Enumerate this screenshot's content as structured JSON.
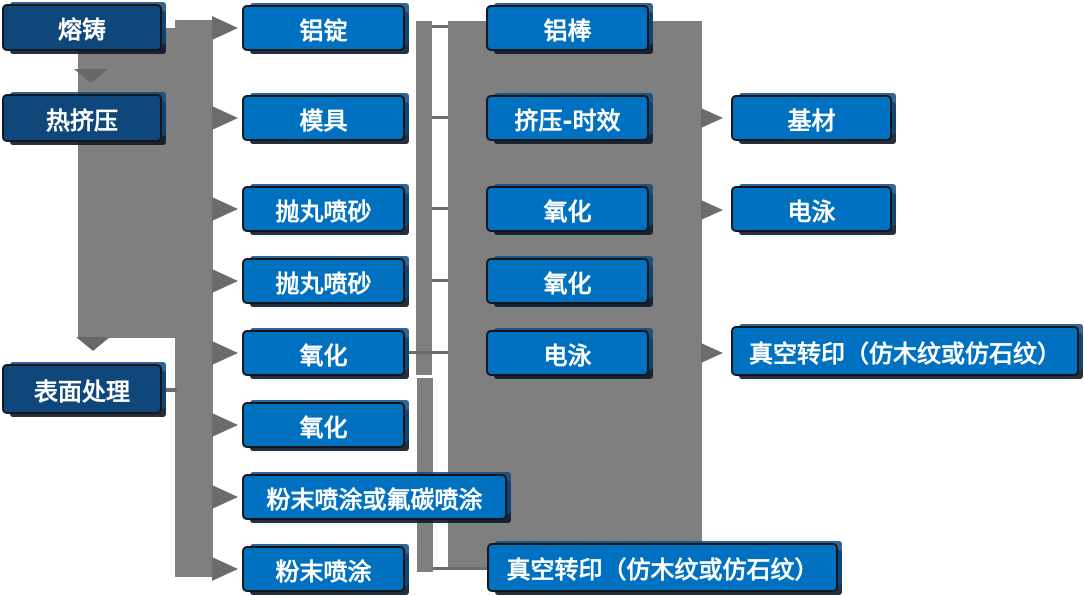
{
  "colors": {
    "stage_box": "#0F477A",
    "process_box": "#0070C0",
    "box_border": "#15171A",
    "box_text": "#FFFFFF",
    "connector_gray": "#7F7F7F",
    "connector_line": "#6C6C6C",
    "arrowhead": "#6C6C6C",
    "arrowhead_down": "#686868",
    "background": "#FFFFFF"
  },
  "nodes": {
    "melting_casting": "熔铸",
    "hot_extrusion": "热挤压",
    "surface_treatment": "表面处理",
    "aluminum_ingot": "铝锭",
    "mold": "模具",
    "shot_blasting_1": "抛丸喷砂",
    "shot_blasting_2": "抛丸喷砂",
    "oxidation_col2_a": "氧化",
    "oxidation_col2_b": "氧化",
    "powder_or_fluorocarbon_coating": "粉末喷涂或氟碳喷涂",
    "powder_coating": "粉末喷涂",
    "aluminum_rod": "铝棒",
    "extrusion_aging": "挤压-时效",
    "oxidation_col3_a": "氧化",
    "oxidation_col3_b": "氧化",
    "electrophoresis_mid": "电泳",
    "vacuum_transfer_bottom": "真空转印（仿木纹或仿石纹）",
    "base_material": "基材",
    "electrophoresis_right": "电泳",
    "vacuum_transfer_right": "真空转印（仿木纹或仿石纹）"
  },
  "arrows": {
    "down_flow": [
      "熔铸 → 热挤压",
      "热挤压 → 表面处理"
    ],
    "left_spine_to": [
      "铝锭",
      "模具",
      "抛丸喷砂",
      "抛丸喷砂",
      "氧化",
      "氧化",
      "粉末喷涂或氟碳喷涂",
      "粉末喷涂"
    ],
    "center_block_to": [
      "基材",
      "电泳",
      "真空转印（仿木纹或仿石纹）"
    ],
    "other_links": [
      "表面处理 — 流程主线",
      "粉末喷涂 — 真空转印（仿木纹或仿石纹）",
      "氧化 — 工艺组"
    ]
  }
}
